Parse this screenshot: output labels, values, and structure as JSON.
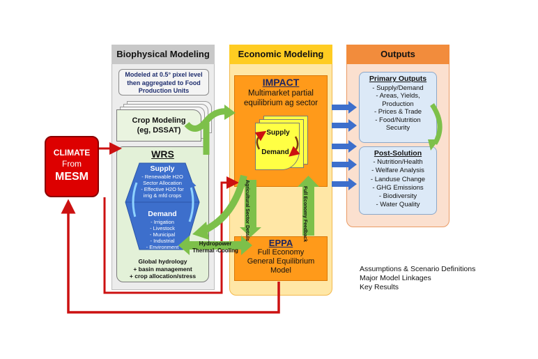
{
  "columns": {
    "biophysical": "Biophysical Modeling",
    "economic": "Economic Modeling",
    "outputs": "Outputs"
  },
  "note": "Modeled at 0.5° pixel level then aggregated to Food Production Units",
  "crop": {
    "title": "Crop Modeling",
    "subtitle": "(eg, DSSAT)"
  },
  "climate": {
    "line1": "CLIMATE",
    "line2": "From",
    "line3": "MESM"
  },
  "wrs": {
    "title": "WRS",
    "supply_title": "Supply",
    "supply_items": [
      "- Renewable H2O",
      "Sector Allocation",
      "- Effective H2O for",
      "irrig & mfd crops"
    ],
    "demand_title": "Demand",
    "demand_items": [
      "- Irrigation",
      "- Livestock",
      "- Municipal",
      "- Industrial",
      "- Environment"
    ],
    "footer": [
      "Global hydrology",
      "+ basin management",
      "+ crop allocation/stress"
    ]
  },
  "impact": {
    "title": "IMPACT",
    "subtitle": [
      "Multimarket partial",
      "equilibrium ag sector"
    ],
    "supply": "Supply",
    "demand": "Demand"
  },
  "eppa": {
    "title": "EPPA",
    "subtitle": [
      "Full Economy",
      "General Equilibrium",
      "Model"
    ]
  },
  "arrows": {
    "ag_sector": "Agricultural Sector Details",
    "full_economy": "Full Economy Feedback",
    "hydropower": [
      "Hydropower",
      "Thermal -Cooling"
    ]
  },
  "outputs": {
    "primary_title": "Primary Outputs",
    "primary_items": [
      "- Supply/Demand",
      "- Areas, Yields,",
      "Production",
      "- Prices & Trade",
      "- Food/Nutrition",
      "Security"
    ],
    "post_title": "Post-Solution",
    "post_items": [
      "- Nutrition/Health",
      "- Welfare Analysis",
      "- Landuse  Change",
      "- GHG  Emissions",
      "- Biodiversity",
      "- Water Quality"
    ]
  },
  "legend": [
    "Assumptions & Scenario Definitions",
    "Major Model Linkages",
    "Key Results"
  ],
  "colors": {
    "red": "#cc1111",
    "green": "#7dc04a",
    "blue": "#3d6fcc",
    "orange": "#ff9a1a",
    "light_orange": "#ffe7a6",
    "gray": "#c8c8c8",
    "light_gray": "#ececec",
    "light_green": "#e3f1d8",
    "light_blue": "#dce9f7",
    "outputs_bg": "#fbe0cf",
    "yellow": "#ffff44"
  }
}
